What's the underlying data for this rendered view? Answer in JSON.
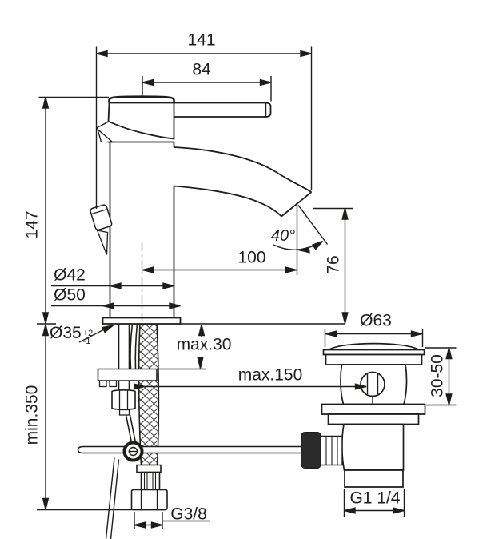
{
  "diagram": {
    "type": "technical-drawing",
    "subject": "single-lever basin mixer with pop-up waste",
    "line_color": "#1d1d1b",
    "background_color": "#ffffff",
    "dimensions": {
      "total_width": "141",
      "lever_length": "84",
      "height": "147",
      "spout_reach": "100",
      "spout_angle": "40°",
      "outlet_height": "76",
      "body_diameter": "Ø42",
      "base_diameter": "Ø50",
      "hole_diameter": "Ø35",
      "hole_tolerance_plus": "+2",
      "hole_tolerance_minus": "-1",
      "max_deck_thickness": "max.30",
      "max_rod_distance": "max.150",
      "min_hose_length": "min.350",
      "waste_flange_diameter": "Ø63",
      "waste_clamping_range": "30-50",
      "supply_hose_thread": "G3/8",
      "waste_outlet_thread": "G1 1/4"
    }
  }
}
